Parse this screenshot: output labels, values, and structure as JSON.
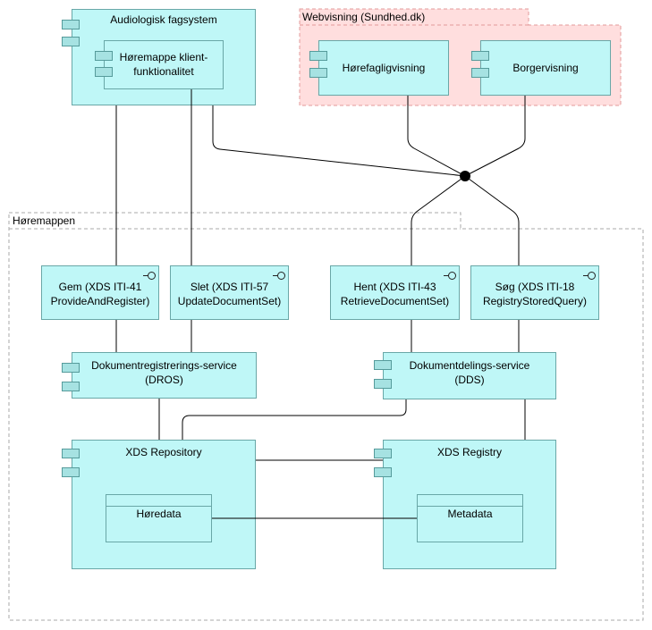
{
  "groups": {
    "audiologisk": {
      "label": "Audiologisk fagsystem"
    },
    "webvisning": {
      "label": "Webvisning (Sundhed.dk)"
    },
    "horemappen": {
      "label": "Høremappen"
    }
  },
  "components": {
    "klient": {
      "line1": "Høremappe klient-",
      "line2": "funktionalitet"
    },
    "horefaglig": {
      "label": "Hørefagligvisning"
    },
    "borger": {
      "label": "Borgervisning"
    },
    "dros": {
      "line1": "Dokumentregistrerings-service",
      "line2": "(DROS)"
    },
    "dds": {
      "line1": "Dokumentdelings-service",
      "line2": "(DDS)"
    },
    "repository": {
      "label": "XDS Repository"
    },
    "registry": {
      "label": "XDS Registry"
    }
  },
  "interfaces": {
    "gem": {
      "line1": "Gem (XDS ITI-41",
      "line2": "ProvideAndRegister)"
    },
    "slet": {
      "line1": "Slet (XDS ITI-57",
      "line2": "UpdateDocumentSet)"
    },
    "hent": {
      "line1": "Hent (XDS ITI-43",
      "line2": "RetrieveDocumentSet)"
    },
    "sog": {
      "line1": "Søg (XDS ITI-18",
      "line2": "RegistryStoredQuery)"
    }
  },
  "artifacts": {
    "horedata": {
      "label": "Høredata"
    },
    "metadata": {
      "label": "Metadata"
    }
  },
  "colors": {
    "component_fill": "#bff7f7",
    "component_border": "#69a7a7",
    "web_group_fill": "#ffdede",
    "web_group_border": "#e39b9b",
    "group_border": "#aaaaaa"
  }
}
